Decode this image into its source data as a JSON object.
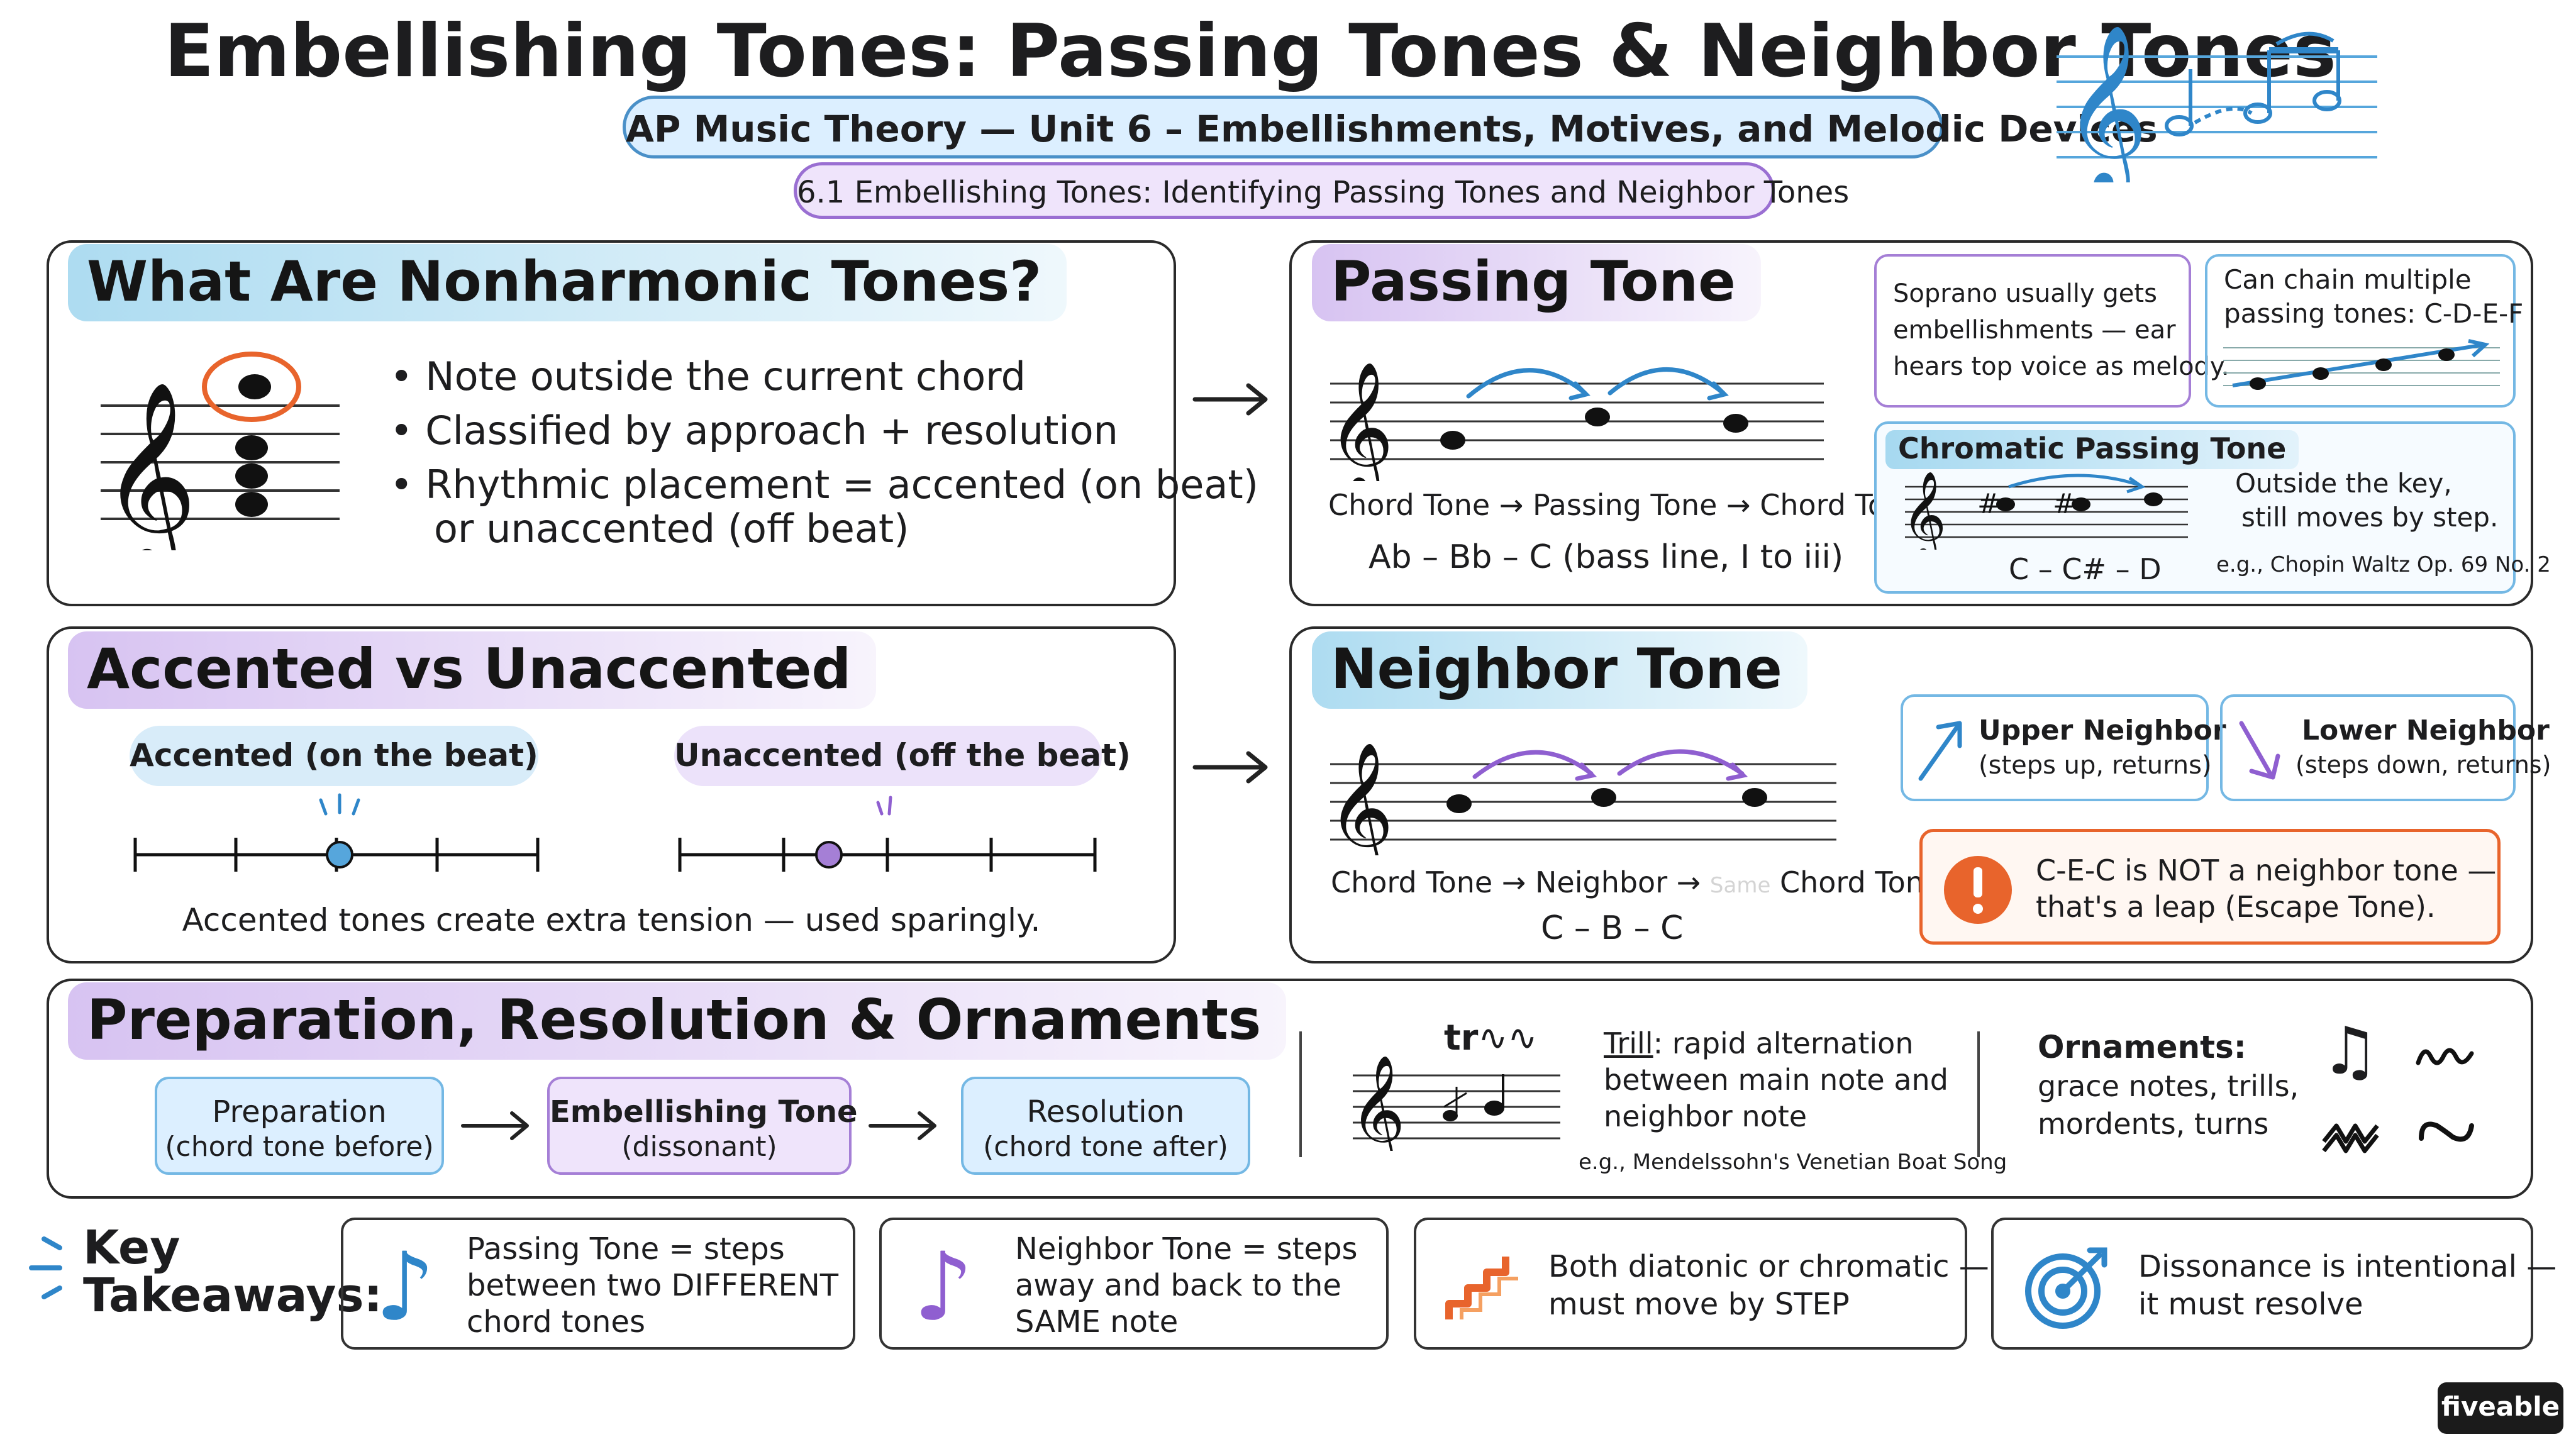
{
  "header": {
    "title": "Embellishing Tones: Passing Tones & Neighbor Tones",
    "subtitle": "AP Music Theory — Unit 6 – Embellishments, Motives, and Melodic Devices",
    "topic": "6.1 Embellishing Tones: Identifying Passing Tones and Neighbor Tones"
  },
  "nonharmonic": {
    "heading": "What Are Nonharmonic Tones?",
    "bullets": [
      "Note outside the current chord",
      "Classified by approach + resolution",
      "Rhythmic placement = accented (on beat)",
      "or unaccented (off beat)"
    ]
  },
  "passing": {
    "heading": "Passing Tone",
    "caption": "Chord Tone → Passing Tone → Chord Tone",
    "example": "Ab – Bb – C (bass line, I to iii)",
    "soprano_note": [
      "Soprano usually gets",
      "embellishments — ear",
      "hears top voice as melody."
    ],
    "chain_note": [
      "Can chain multiple",
      "passing tones: C-D-E-F"
    ],
    "chromatic": {
      "label": "Chromatic Passing Tone",
      "notes": "C – C# – D",
      "desc": [
        "Outside the key,",
        "still moves by step."
      ],
      "example": "e.g., Chopin Waltz Op. 69 No. 2"
    }
  },
  "accented": {
    "heading": "Accented vs Unaccented",
    "accented_label": "Accented (on the beat)",
    "unaccented_label": "Unaccented (off the beat)",
    "caption": "Accented tones create extra tension — used sparingly."
  },
  "neighbor": {
    "heading": "Neighbor Tone",
    "caption_a": "Chord Tone → Neighbor →",
    "caption_faded": "Same",
    "caption_b": "Chord Tone",
    "example": "C – B – C",
    "upper": {
      "title": "Upper Neighbor",
      "desc": "(steps up, returns)"
    },
    "lower": {
      "title": "Lower Neighbor",
      "desc": "(steps down, returns)"
    },
    "warning": [
      "C-E-C is NOT a neighbor tone —",
      "that's a leap (Escape Tone)."
    ]
  },
  "prep": {
    "heading": "Preparation, Resolution & Ornaments",
    "steps": [
      {
        "title": "Preparation",
        "desc": "(chord tone before)"
      },
      {
        "title": "Embellishing Tone",
        "desc": "(dissonant)"
      },
      {
        "title": "Resolution",
        "desc": "(chord tone after)"
      }
    ],
    "trill_mark": "tr",
    "trill_term": "Trill",
    "trill_desc": [
      ": rapid alternation",
      "between main note and",
      "neighbor note"
    ],
    "trill_example": "e.g., Mendelssohn's Venetian Boat Song",
    "ornaments_title": "Ornaments:",
    "ornaments_desc": [
      "grace notes, trills,",
      "mordents, turns"
    ]
  },
  "takeaways": {
    "label": [
      "Key",
      "Takeaways:"
    ],
    "items": [
      [
        "Passing Tone = steps",
        "between two DIFFERENT",
        "chord tones"
      ],
      [
        "Neighbor Tone = steps",
        "away and back to the",
        "SAME note"
      ],
      [
        "Both diatonic or chromatic —",
        "must move by STEP"
      ],
      [
        "Dissonance is intentional —",
        "it must resolve"
      ]
    ]
  },
  "brand": "fiveable",
  "colors": {
    "blue": "#2f86c9",
    "purple": "#8f5fd0",
    "orange": "#e8642c",
    "ink": "#1d1d1f"
  }
}
